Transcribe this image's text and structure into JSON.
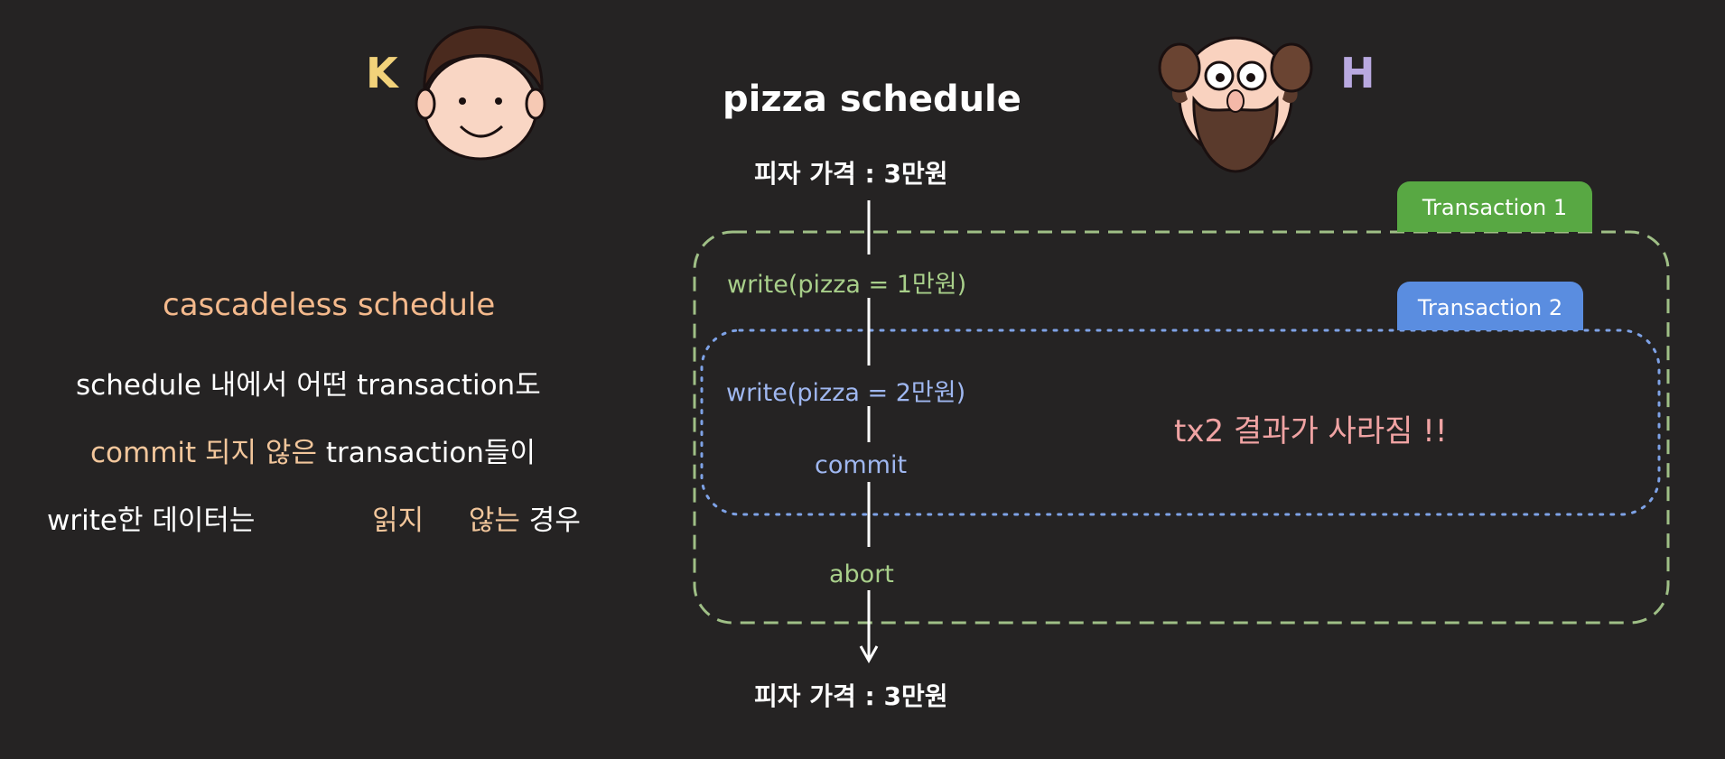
{
  "header": {
    "title": "pizza schedule",
    "left_person_letter": "K",
    "right_person_letter": "H"
  },
  "timeline": {
    "price_before": "피자 가격 : 3만원",
    "write_tx1": "write(pizza = 1만원)",
    "write_tx2": "write(pizza = 2만원)",
    "commit": "commit",
    "abort": "abort",
    "price_after": "피자 가격 : 3만원"
  },
  "transactions": {
    "tx1_label": "Transaction 1",
    "tx2_label": "Transaction 2",
    "tx1_color": "#7ab66a",
    "tx2_color": "#6f9ae8"
  },
  "note": {
    "text": "tx2 결과가 사라짐 !!",
    "color": "#f0a3a3"
  },
  "definition": {
    "title": "cascadeless schedule",
    "line1": "schedule 내에서 어떤 transaction도",
    "line2_commit": "commit 되지 않은",
    "line2_rest": "transaction들이",
    "line3_write": "write한 데이터는",
    "line3_read": "읽지",
    "line3_no": "않는",
    "line3_case": "경우"
  }
}
